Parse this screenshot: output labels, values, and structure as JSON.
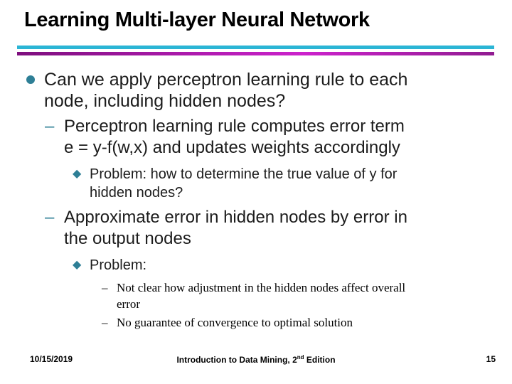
{
  "title": "Learning Multi-layer Neural Network",
  "colors": {
    "accent_teal": "#2E7F96",
    "line_cyan": "#2BB5D5",
    "line_magenta_dark": "#7E0F7E",
    "line_magenta_bright": "#CC22CC",
    "line_magenta_end": "#911C91",
    "body_text": "#1c1c1c"
  },
  "bullets": [
    {
      "level": 1,
      "marker": "circle",
      "text": "Can we apply perceptron learning rule to each\nnode, including hidden nodes?"
    },
    {
      "level": 2,
      "marker": "dash",
      "text": "Perceptron learning rule computes error term\ne = y-f(w,x) and updates weights accordingly"
    },
    {
      "level": 3,
      "marker": "diamond",
      "text": "Problem: how to determine the true value of y for\nhidden nodes?"
    },
    {
      "level": 2,
      "marker": "dash",
      "text": "Approximate error in hidden nodes by error in\nthe output nodes"
    },
    {
      "level": 3,
      "marker": "diamond",
      "text": "Problem:"
    },
    {
      "level": 4,
      "marker": "dash-serif",
      "text": "Not clear how adjustment in the hidden nodes affect overall\nerror"
    },
    {
      "level": 4,
      "marker": "dash-serif",
      "text": "No guarantee of convergence to optimal solution"
    }
  ],
  "footer": {
    "date": "10/15/2019",
    "course_prefix": "Introduction to Data Mining, 2",
    "course_sup": "nd",
    "course_suffix": " Edition",
    "page": "15"
  }
}
